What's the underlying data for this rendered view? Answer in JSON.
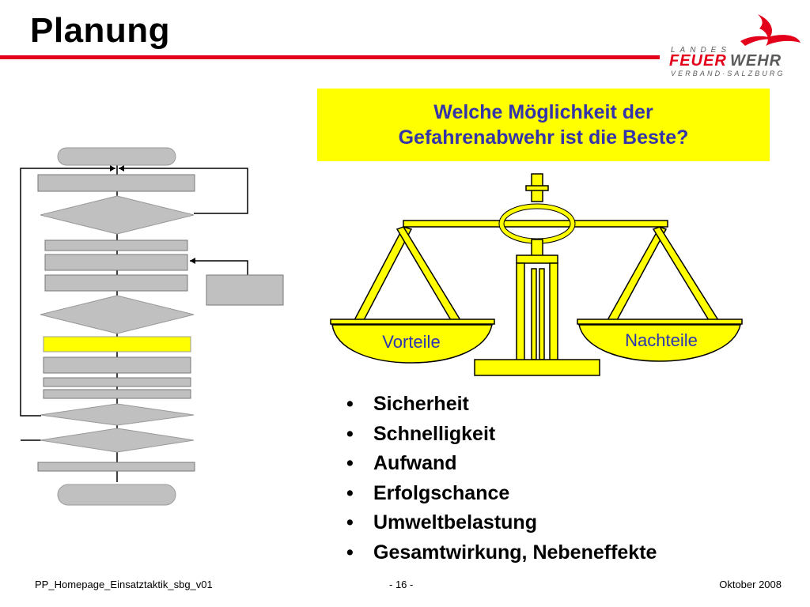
{
  "slide": {
    "title": "Planung",
    "question_line1": "Welche Möglichkeit der",
    "question_line2": "Gefahrenabwehr ist die Beste?"
  },
  "logo": {
    "landes": "LANDES",
    "feuer": "FEUER",
    "wehr": "WEHR",
    "verband": "VERBAND·SALZBURG"
  },
  "scale": {
    "left_pan": "Vorteile",
    "right_pan": "Nachteile"
  },
  "criteria": [
    "Sicherheit",
    "Schnelligkeit",
    "Aufwand",
    "Erfolgschance",
    "Umweltbelastung",
    "Gesamtwirkung, Nebeneffekte"
  ],
  "footer": {
    "left": "PP_Homepage_Einsatztaktik_sbg_v01",
    "center": "- 16 -",
    "right": "Oktober 2008"
  },
  "colors": {
    "accent_red": "#e3001b",
    "highlight_yellow": "#ffff00",
    "question_text": "#3333aa",
    "flow_gray": "#c0c0c0"
  }
}
